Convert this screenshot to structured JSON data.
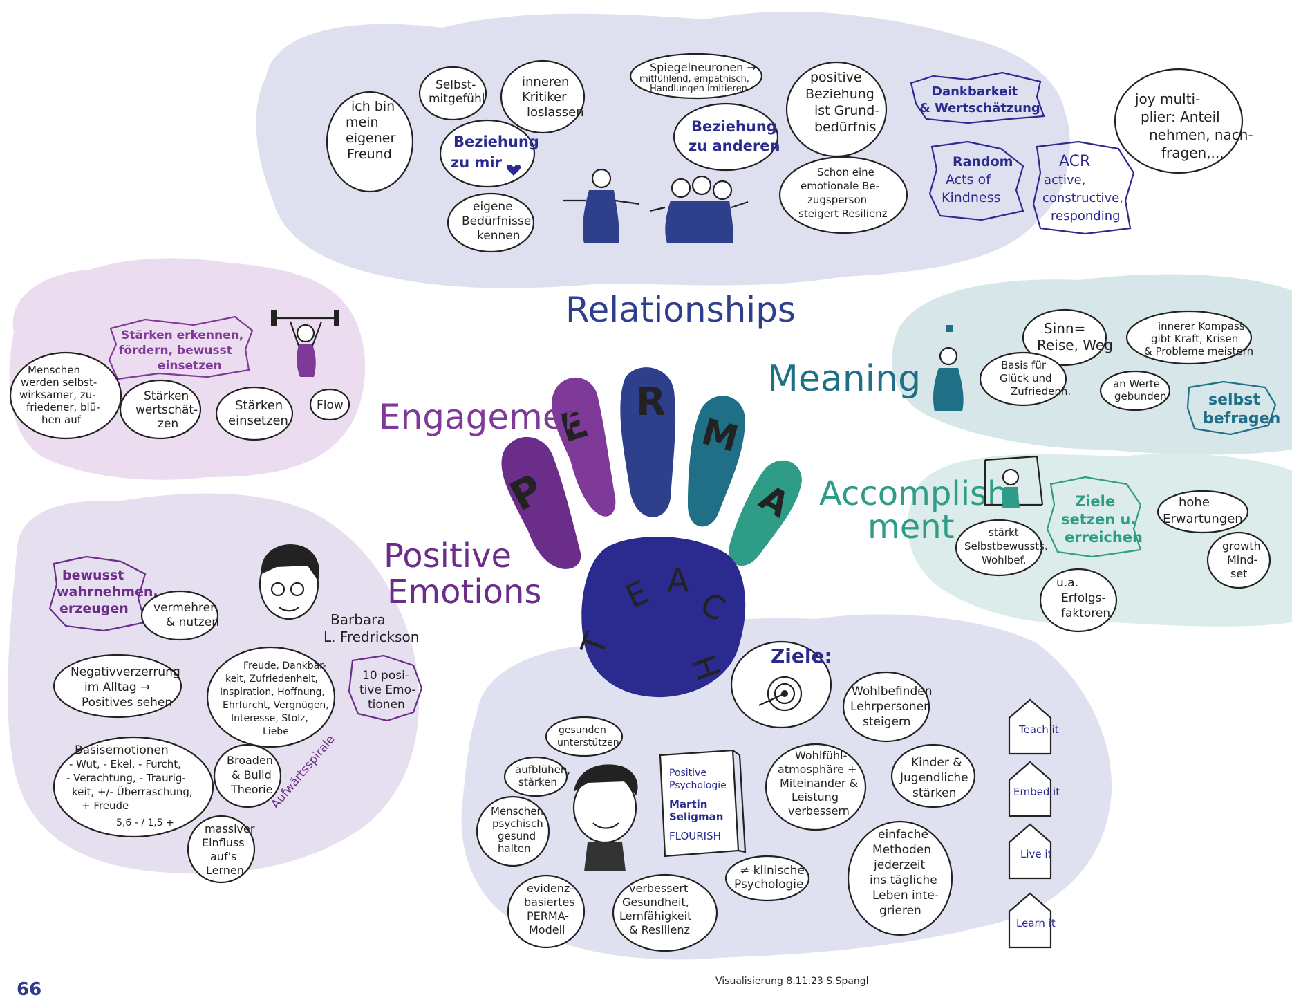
{
  "colors": {
    "P": "#6b2d8a",
    "E": "#7f3a99",
    "R": "#2e3f8c",
    "M": "#1f6f86",
    "A": "#2e9c86",
    "hand": "#2a2a8f",
    "rel_bg": "#dedfef",
    "eng_bg": "#ecdcef",
    "pos_bg": "#e6dff0",
    "mean_bg": "#d6e6e9",
    "acc_bg": "#dcecea",
    "teach_bg": "#e0e1f0",
    "page_num": "#2f3b8e"
  },
  "icons": [
    "heart-icon",
    "stick-figure-icon",
    "weightlifter-icon",
    "target-icon",
    "book-icon",
    "house-icon",
    "face-portrait-icon",
    "hand-icon"
  ],
  "center": {
    "fingers": [
      "P",
      "E",
      "R",
      "M",
      "A"
    ],
    "palm": [
      "T",
      "E",
      "A",
      "C",
      "H"
    ]
  },
  "labels": {
    "relationships": "Relationships",
    "meaning": "Meaning",
    "engagement": "Engagement",
    "accomplishment_1": "Accomplish-",
    "accomplishment_2": "ment",
    "positive_1": "Positive",
    "positive_2": "Emotions"
  },
  "relationships": {
    "ich_bin": [
      "ich bin",
      "mein",
      "eigener",
      "Freund"
    ],
    "selbst": [
      "Selbst-",
      "mitgefühl"
    ],
    "inneren": [
      "inneren",
      "Kritiker",
      "loslassen"
    ],
    "bez_mir": [
      "Beziehung",
      "zu mir"
    ],
    "bed": [
      "eigene",
      "Bedürfnisse",
      "kennen"
    ],
    "spiegel": [
      "Spiegelneuronen →",
      "mitfühlend, empathisch,",
      "Handlungen imitieren"
    ],
    "bez_and": [
      "Beziehung",
      "zu anderen"
    ],
    "positive": [
      "positive",
      "Beziehung",
      "ist Grund-",
      "bedürfnis"
    ],
    "schon": [
      "Schon eine",
      "emotionale Be-",
      "zugsperson",
      "steigert Resilienz"
    ],
    "dank": [
      "Dankbarkeit",
      "& Wertschätzung"
    ],
    "random": [
      "Random",
      "Acts of",
      "Kindness"
    ],
    "acr": [
      "ACR",
      "active,",
      "constructive,",
      "responding"
    ],
    "joy": [
      "joy multi-",
      "plier: Anteil",
      "nehmen, nach-",
      "fragen,..."
    ]
  },
  "meaning": {
    "sinn": [
      "Sinn=",
      "Reise, Weg"
    ],
    "kompass": [
      "innerer Kompass",
      "gibt Kraft, Krisen",
      "& Probleme meistern"
    ],
    "basis": [
      "Basis für",
      "Glück und",
      "Zufriedenh."
    ],
    "werte": [
      "an Werte",
      "gebunden"
    ],
    "selbst": [
      "selbst",
      "befragen"
    ]
  },
  "engagement": {
    "staerken": [
      "Stärken erkennen,",
      "fördern, bewusst",
      "einsetzen"
    ],
    "menschen": [
      "Menschen",
      "werden selbst-",
      "wirksamer, zu-",
      "friedener, blü-",
      "hen auf"
    ],
    "schaetzen": [
      "Stärken",
      "wertschät-",
      "zen"
    ],
    "einsetzen": [
      "Stärken",
      "einsetzen"
    ],
    "flow": [
      "Flow"
    ]
  },
  "accomplishment": {
    "ziele": [
      "Ziele",
      "setzen u.",
      "erreichen"
    ],
    "hohe": [
      "hohe",
      "Erwartungen"
    ],
    "growth": [
      "growth",
      "Mind-",
      "set"
    ],
    "staerkt": [
      "stärkt",
      "Selbstbewussts.",
      "Wohlbef."
    ],
    "ua": [
      "u.a.",
      "Erfolgs-",
      "faktoren"
    ]
  },
  "positive": {
    "bewusst": [
      "bewusst",
      "wahrnehmen,",
      "erzeugen"
    ],
    "vermehren": [
      "vermehren",
      "& nutzen"
    ],
    "barbara": [
      "Barbara",
      "L. Fredrickson"
    ],
    "negativ": [
      "Negativverzerrung",
      "im Alltag →",
      "Positives sehen"
    ],
    "freude": [
      "Freude, Dankbar-",
      "keit, Zufriedenheit,",
      "Inspiration, Hoffnung,",
      "Ehrfurcht, Vergnügen,",
      "Interesse, Stolz,",
      "Liebe"
    ],
    "zehn": [
      "10 posi-",
      "tive Emo-",
      "tionen"
    ],
    "basis": [
      "Basisemotionen",
      "- Wut, - Ekel, - Furcht,",
      "- Verachtung, - Traurig-",
      "keit, +/- Überraschung,",
      "+ Freude"
    ],
    "ratio": "5,6 - / 1,5 +",
    "broaden": [
      "Broaden",
      "& Build",
      "Theorie"
    ],
    "aufwaerts": "Aufwärtsspirale",
    "massiver": [
      "massiver",
      "Einfluss",
      "auf's",
      "Lernen"
    ]
  },
  "teach": {
    "ziele": "Ziele:",
    "wohlbef": [
      "Wohlbefinden",
      "Lehrpersonen",
      "steigern"
    ],
    "wohlfuehl": [
      "Wohlfühl-",
      "atmosphäre +",
      "Miteinander &",
      "Leistung",
      "verbessern"
    ],
    "kinder": [
      "Kinder &",
      "Jugendliche",
      "stärken"
    ],
    "methoden": [
      "einfache",
      "Methoden",
      "jederzeit",
      "ins tägliche",
      "Leben inte-",
      "grieren"
    ],
    "gesunden": [
      "gesunden",
      "unterstützen"
    ],
    "aufbluehen": [
      "aufblühen,",
      "stärken"
    ],
    "menschen": [
      "Menschen",
      "psychisch",
      "gesund",
      "halten"
    ],
    "evidenz": [
      "evidenz-",
      "basiertes",
      "PERMA-",
      "Modell"
    ],
    "verbessert": [
      "verbessert",
      "Gesundheit,",
      "Lernfähigkeit",
      "& Resilienz"
    ],
    "klinisch": [
      "≠ klinische",
      "Psychologie"
    ],
    "book": [
      "Positive",
      "Psychologie",
      "Martin",
      "Seligman",
      "FLOURISH"
    ]
  },
  "houses": [
    "Teach it",
    "Embed it",
    "Live it",
    "Learn it"
  ],
  "signature": "Visualisierung  8.11.23  S.Spangl",
  "page_number": "66"
}
